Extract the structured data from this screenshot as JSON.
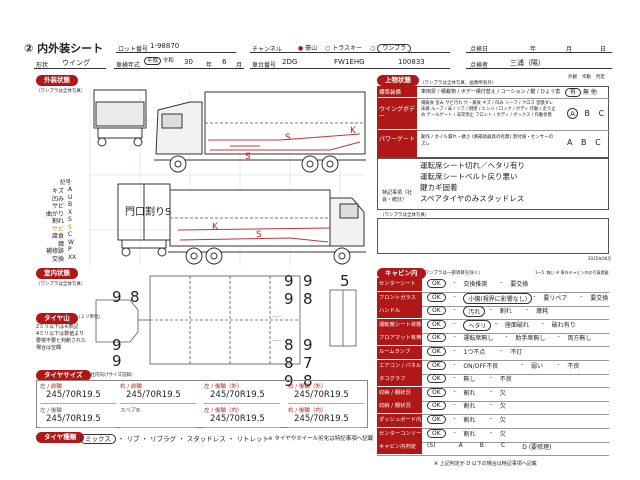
{
  "header": {
    "title": "② 内外装シート",
    "lot_label": "ロット番号",
    "lot_no": "1-98870",
    "channel_label": "チャンネル",
    "channels": [
      "豪山",
      "トラスキー",
      "ワンプラ"
    ],
    "date_label": "点検日",
    "date_units": [
      "年",
      "月",
      "日"
    ],
    "shape_label": "形状",
    "shape": "ウイング",
    "year_label": "車検年式",
    "era_options": [
      "平成",
      "令和"
    ],
    "year": "30",
    "year_unit": "年",
    "month": "6",
    "month_unit": "月",
    "model_label": "車台番号",
    "model": "2DG",
    "chassis": "FW1EHG",
    "chassis_no": "100833",
    "inspector_label": "点検者",
    "inspector": "三浦（陽）"
  },
  "exterior": {
    "head": "外装状態",
    "note": "（ワンプラは全体写真）",
    "marks": [
      "S",
      "S",
      "K",
      "門口割りS",
      "K",
      "S"
    ],
    "legend_title": "記号",
    "legend": [
      {
        "k": "キズ",
        "v": "A"
      },
      {
        "k": "凹み",
        "v": "U"
      },
      {
        "k": "サビ",
        "v": "B"
      },
      {
        "k": "曲がり",
        "v": "X"
      },
      {
        "k": "割れ",
        "v": "S"
      },
      {
        "k": "サビ",
        "v": "S"
      },
      {
        "k": "腐食",
        "v": "C"
      },
      {
        "k": "錆",
        "v": "W"
      },
      {
        "k": "補修跡",
        "v": "P"
      },
      {
        "k": "交換",
        "v": "XX"
      }
    ]
  },
  "upper": {
    "head": "上物状態",
    "note": "（ワンプラは全体写真、画像所有外）",
    "col_headers": [
      "外観",
      "作動",
      "判定"
    ],
    "rows": [
      {
        "name": "標準装備",
        "text": "車両票 / 積載物 / ボデー積付替え / コーション / 鍵 / ひょう害",
        "opts": [
          "有",
          "無",
          "他"
        ]
      },
      {
        "name": "ウイングボデー",
        "text": "錆腐食  歪み  サビ汚れ  穴・腐食  キズ / 凹み  リーフ / クロス  塗膜ダレ  床錆  ルーフ / 床 / リア / 側壁 / ヒンジ / ロック / ボディ 作動 / 走り止め  テールゲート / 非常停止  フロント / ボディ / ボックス / 作動状態",
        "opts": [
          "A",
          "B",
          "C"
        ]
      },
      {
        "name": "パワーゲート",
        "text": "動作 / オイル漏れ・硬さ  (側補助器具の有無)  割付値・センサーのズレ",
        "opts": [
          "A",
          "B",
          "C"
        ]
      }
    ],
    "notes": [
      "運転席シート切れ／ヘタリ有り",
      "運転席シートベルト戻り悪い",
      "鍵カギ固着",
      "スペアタイヤのみスタッドレス"
    ],
    "notes_label": "特記事項（社会・統計）",
    "sub_note": "（ワンプラは全体写真）",
    "footnote": "2025年06月"
  },
  "interior": {
    "head": "室内状態",
    "note": "（ワンプラは全体写真）",
    "codes": [
      "9",
      "9",
      "5",
      "9",
      "8",
      "9",
      "8",
      "9",
      "8",
      "9",
      "7",
      "9",
      "8",
      "9",
      "8"
    ]
  },
  "tread": {
    "head": "タイヤ山",
    "note": "（ミリ単位）",
    "desc": [
      "2ミリ以下は※表記",
      "4ミリ以下は数値より",
      "要検不要と判断された",
      "場合は空欄"
    ]
  },
  "tyre_size": {
    "head": "タイヤサイズ",
    "note": "（社内向けサイズ記録）",
    "cells": [
      {
        "label": "左 / 前輪",
        "value": "245/70R19.5"
      },
      {
        "label": "右 / 前輪",
        "value": "245/70R19.5"
      },
      {
        "label": "左 / 後輪（外）",
        "value": "245/70R19.5"
      },
      {
        "label": "右 / 後輪（外）",
        "value": "245/70R19.5"
      },
      {
        "label": "左 / 後輪",
        "value": "245/70R19.5"
      },
      {
        "label": "スペアB",
        "value": ""
      },
      {
        "label": "左 / 後輪（内）",
        "value": "245/70R19.5"
      },
      {
        "label": "右 / 後輪（内）",
        "value": "245/70R19.5"
      }
    ]
  },
  "tyre_type": {
    "head": "タイヤ種類",
    "options": [
      "ミックス",
      "リブ",
      "リブラグ",
      "スタッドレス",
      "リトレット"
    ],
    "note": "※ タイヤやホイール劣化は特記事項へ記載"
  },
  "cabin": {
    "head": "キャビン内",
    "note": "（ワンプラは一部項目を除く）",
    "legend": "1〜5 :無い  ※ 車外キャビン内の写真掲載",
    "rows": [
      {
        "name": "センターシート",
        "opts": [
          "OK",
          "-",
          "交換推奨",
          "-",
          "要交換"
        ]
      },
      {
        "name": "フロントガラス",
        "opts": [
          "OK",
          "-",
          "小傷(視界に影響なし)",
          "-",
          "要リペア",
          "-",
          "要交換"
        ]
      },
      {
        "name": "ハンドル",
        "opts": [
          "OK",
          "-",
          "汚れ",
          "-",
          "割れ",
          "-",
          "摩耗"
        ]
      },
      {
        "name": "運転席シート状態",
        "opts": [
          "OK",
          "-",
          "ヘタリ",
          "-",
          "座面破れ",
          "-",
          "破れ有り"
        ]
      },
      {
        "name": "フロアマット有無",
        "opts": [
          "OK",
          "-",
          "運転席無し",
          "-",
          "助手席無し",
          "-",
          "両方無し"
        ]
      },
      {
        "name": "ルームランプ",
        "opts": [
          "OK",
          "-",
          "1つ不点",
          "-",
          "不灯"
        ]
      },
      {
        "name": "エアコン / パネル",
        "opts": [
          "OK",
          "-",
          "ON/OFF不良",
          "-",
          "弱い",
          "-",
          "不良"
        ]
      },
      {
        "name": "タコグラフ",
        "opts": [
          "OK",
          "-",
          "無し",
          "-",
          "不良"
        ]
      },
      {
        "name": "収納 / 棚状況",
        "opts": [
          "OK",
          "-",
          "割れ",
          "-",
          "欠"
        ]
      },
      {
        "name": "収納 / 棚状況",
        "opts": [
          "OK",
          "-",
          "割れ",
          "-",
          "欠"
        ]
      },
      {
        "name": "ダッシュボード内",
        "opts": [
          "OK",
          "-",
          "割れ",
          "-",
          "欠"
        ]
      },
      {
        "name": "センターコンソール",
        "opts": [
          "OK",
          "-",
          "割れ",
          "-",
          "欠"
        ]
      },
      {
        "name": "キャビン内判定",
        "opts": [
          "(S)",
          "A",
          "B",
          "C",
          "D (要修理)"
        ]
      }
    ],
    "footer": "※ 上記判定が D 以下の場合は特記事項へ記載"
  }
}
